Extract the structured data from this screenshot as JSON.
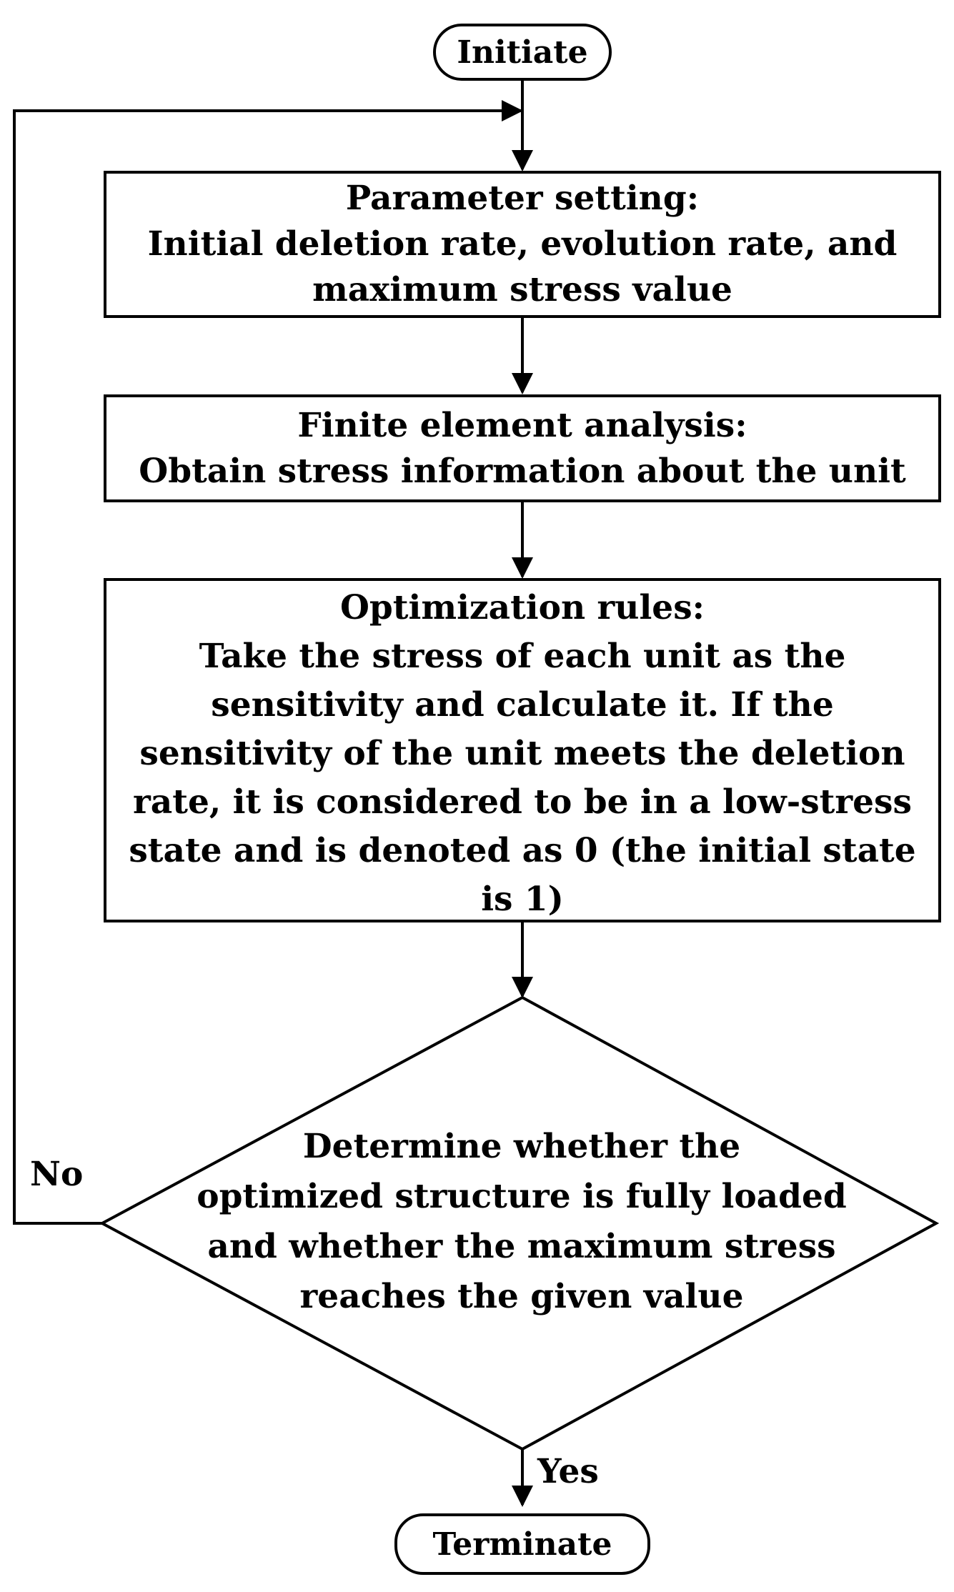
{
  "start": {
    "label": "Initiate"
  },
  "parameter_setting": {
    "lines": [
      "Parameter setting:",
      "Initial deletion rate, evolution rate, and",
      "maximum stress value"
    ]
  },
  "fea": {
    "lines": [
      "Finite element analysis:",
      "Obtain stress information about the unit"
    ]
  },
  "optimization": {
    "lines": [
      "Optimization rules:",
      "Take the stress of each unit as the",
      "sensitivity and calculate it. If the",
      "sensitivity of the unit meets the deletion",
      "rate, it is considered to be in a low-stress",
      "state and is denoted as 0 (the initial state",
      "is 1)"
    ]
  },
  "decision": {
    "lines": [
      "Determine whether the",
      "optimized structure is fully loaded",
      "and whether the maximum stress",
      "reaches the given value"
    ]
  },
  "edges": {
    "no_label": "No",
    "yes_label": "Yes"
  },
  "end": {
    "label": "Terminate"
  }
}
